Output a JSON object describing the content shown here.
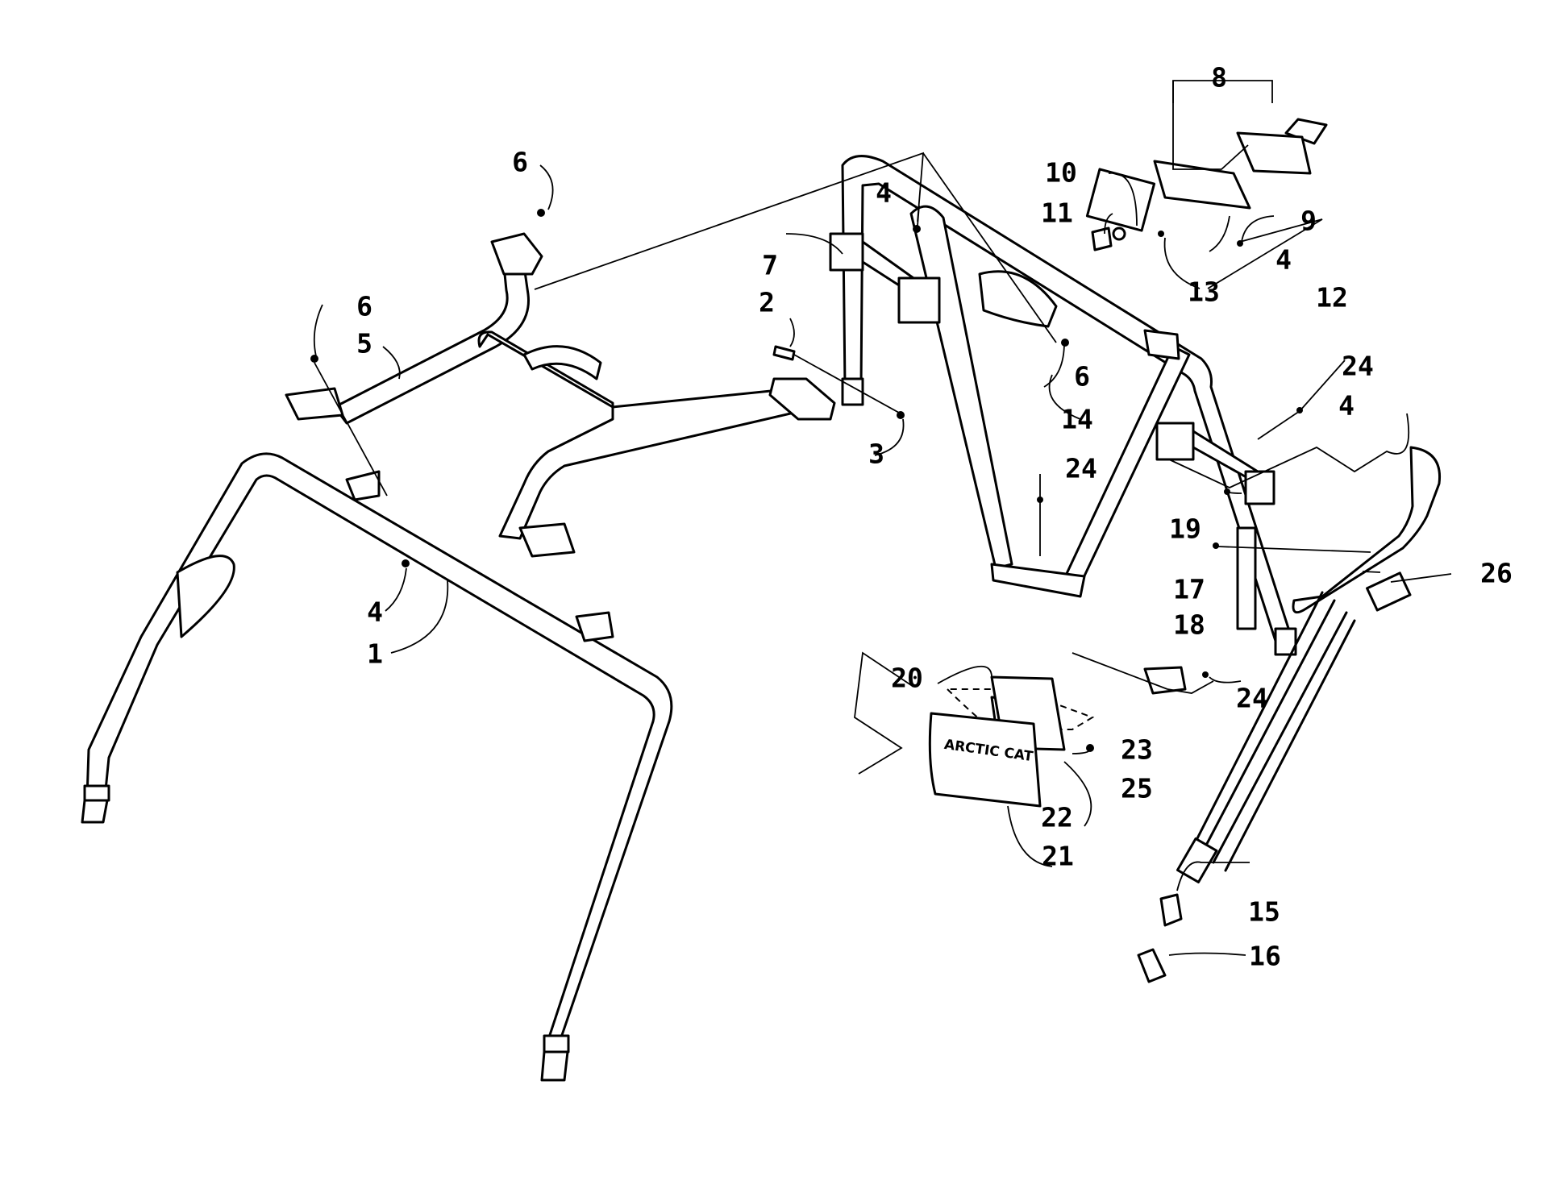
{
  "callouts": [
    {
      "id": "c1",
      "text": "1"
    },
    {
      "id": "c2",
      "text": "2"
    },
    {
      "id": "c3",
      "text": "3"
    },
    {
      "id": "c4a",
      "text": "4"
    },
    {
      "id": "c4b",
      "text": "4"
    },
    {
      "id": "c4c",
      "text": "4"
    },
    {
      "id": "c4d",
      "text": "4"
    },
    {
      "id": "c5",
      "text": "5"
    },
    {
      "id": "c6a",
      "text": "6"
    },
    {
      "id": "c6b",
      "text": "6"
    },
    {
      "id": "c6c",
      "text": "6"
    },
    {
      "id": "c7",
      "text": "7"
    },
    {
      "id": "c8",
      "text": "8"
    },
    {
      "id": "c9",
      "text": "9"
    },
    {
      "id": "c10",
      "text": "10"
    },
    {
      "id": "c11",
      "text": "11"
    },
    {
      "id": "c12",
      "text": "12"
    },
    {
      "id": "c13",
      "text": "13"
    },
    {
      "id": "c14",
      "text": "14"
    },
    {
      "id": "c15",
      "text": "15"
    },
    {
      "id": "c16",
      "text": "16"
    },
    {
      "id": "c17",
      "text": "17"
    },
    {
      "id": "c18",
      "text": "18"
    },
    {
      "id": "c19",
      "text": "19"
    },
    {
      "id": "c20",
      "text": "20"
    },
    {
      "id": "c21",
      "text": "21"
    },
    {
      "id": "c22",
      "text": "22"
    },
    {
      "id": "c23",
      "text": "23"
    },
    {
      "id": "c24a",
      "text": "24"
    },
    {
      "id": "c24b",
      "text": "24"
    },
    {
      "id": "c24c",
      "text": "24"
    },
    {
      "id": "c25",
      "text": "25"
    },
    {
      "id": "c26",
      "text": "26"
    }
  ],
  "light_housing_logo": "ARCTIC CAT",
  "stroke_color": "#000000",
  "background_color": "#ffffff"
}
